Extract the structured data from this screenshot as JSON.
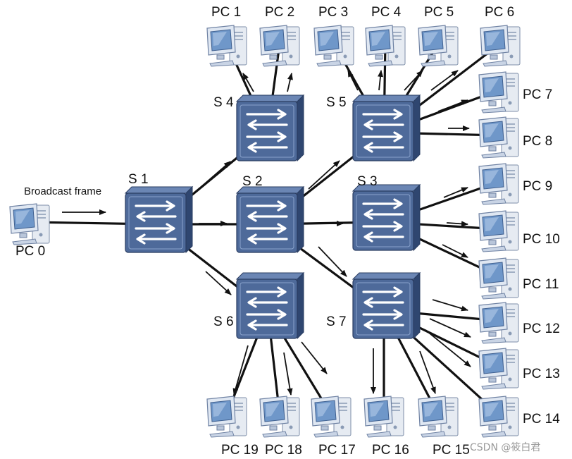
{
  "broadcast_label": "Broadcast frame",
  "watermark": "CSDN @筱白君",
  "colors": {
    "link": "#111111",
    "arrow": "#111111",
    "switch_face": "#4e6a9a",
    "switch_top": "#6b86b4",
    "switch_side": "#2f4670",
    "pc_monitor": "#dfe7f2",
    "pc_screen": "#6f97c9",
    "pc_tower": "#e6ebf2"
  },
  "switches": [
    {
      "id": "S1",
      "label": "S 1"
    },
    {
      "id": "S2",
      "label": "S 2"
    },
    {
      "id": "S3",
      "label": "S 3"
    },
    {
      "id": "S4",
      "label": "S 4"
    },
    {
      "id": "S5",
      "label": "S 5"
    },
    {
      "id": "S6",
      "label": "S 6"
    },
    {
      "id": "S7",
      "label": "S 7"
    }
  ],
  "pcs": [
    {
      "id": "PC0",
      "label": "PC 0"
    },
    {
      "id": "PC1",
      "label": "PC 1"
    },
    {
      "id": "PC2",
      "label": "PC 2"
    },
    {
      "id": "PC3",
      "label": "PC 3"
    },
    {
      "id": "PC4",
      "label": "PC 4"
    },
    {
      "id": "PC5",
      "label": "PC 5"
    },
    {
      "id": "PC6",
      "label": "PC 6"
    },
    {
      "id": "PC7",
      "label": "PC 7"
    },
    {
      "id": "PC8",
      "label": "PC 8"
    },
    {
      "id": "PC9",
      "label": "PC 9"
    },
    {
      "id": "PC10",
      "label": "PC 10"
    },
    {
      "id": "PC11",
      "label": "PC 11"
    },
    {
      "id": "PC12",
      "label": "PC 12"
    },
    {
      "id": "PC13",
      "label": "PC 13"
    },
    {
      "id": "PC14",
      "label": "PC 14"
    },
    {
      "id": "PC15",
      "label": "PC 15"
    },
    {
      "id": "PC16",
      "label": "PC 16"
    },
    {
      "id": "PC17",
      "label": "PC 17"
    },
    {
      "id": "PC18",
      "label": "PC 18"
    },
    {
      "id": "PC19",
      "label": "PC 19"
    }
  ],
  "links": [
    {
      "from": "PC0",
      "to": "S1"
    },
    {
      "from": "S1",
      "to": "S2"
    },
    {
      "from": "S1",
      "to": "S4"
    },
    {
      "from": "S1",
      "to": "S6"
    },
    {
      "from": "S2",
      "to": "S5"
    },
    {
      "from": "S2",
      "to": "S3"
    },
    {
      "from": "S2",
      "to": "S7"
    },
    {
      "from": "S4",
      "to": "PC1"
    },
    {
      "from": "S4",
      "to": "PC2"
    },
    {
      "from": "S5",
      "to": "PC3"
    },
    {
      "from": "S5",
      "to": "PC4"
    },
    {
      "from": "S5",
      "to": "PC5"
    },
    {
      "from": "S5",
      "to": "PC6"
    },
    {
      "from": "S5",
      "to": "PC7"
    },
    {
      "from": "S5",
      "to": "PC8"
    },
    {
      "from": "S3",
      "to": "PC9"
    },
    {
      "from": "S3",
      "to": "PC10"
    },
    {
      "from": "S3",
      "to": "PC11"
    },
    {
      "from": "S7",
      "to": "PC12"
    },
    {
      "from": "S7",
      "to": "PC13"
    },
    {
      "from": "S7",
      "to": "PC14"
    },
    {
      "from": "S7",
      "to": "PC15"
    },
    {
      "from": "S7",
      "to": "PC16"
    },
    {
      "from": "S6",
      "to": "PC17"
    },
    {
      "from": "S6",
      "to": "PC18"
    },
    {
      "from": "S6",
      "to": "PC19"
    }
  ]
}
